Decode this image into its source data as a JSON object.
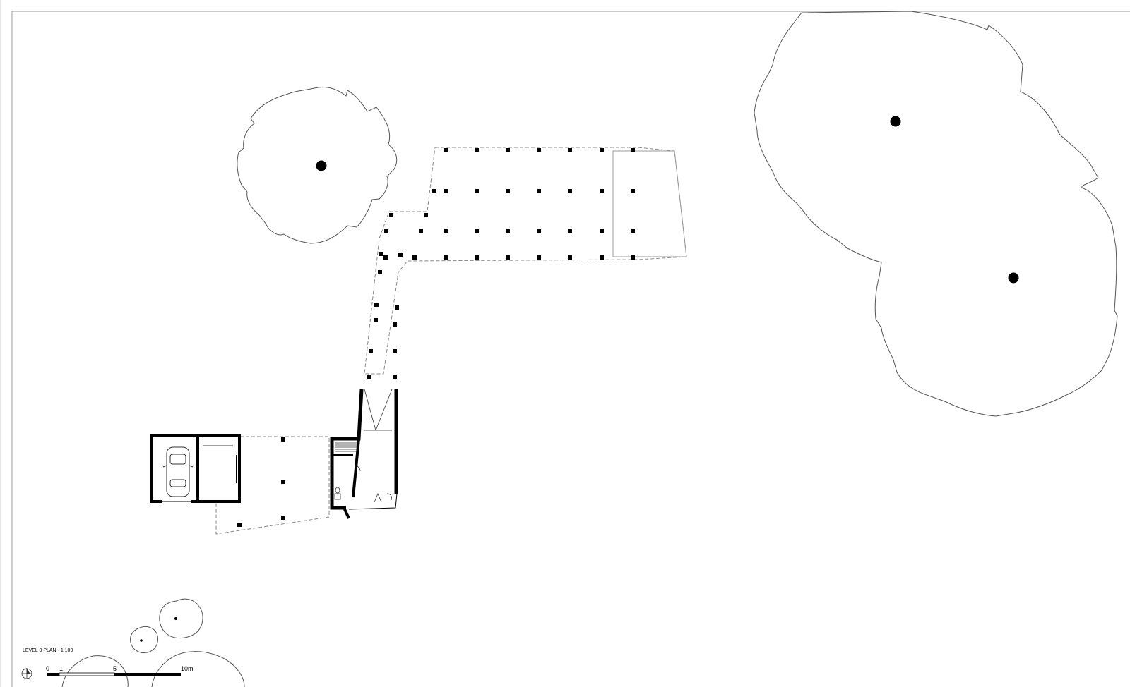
{
  "drawing": {
    "title": "LEVEL 0 PLAN - 1:100",
    "scale_bar": {
      "ticks": [
        "0",
        "1",
        "5",
        "10m"
      ]
    },
    "north_icon": "north-arrow-icon"
  },
  "colors": {
    "line": "#000000",
    "tree_outline": "#333333",
    "dashed_outline": "#888888",
    "paper": "#ffffff"
  },
  "columns": {
    "count_description_marks": "square-column-markers"
  }
}
